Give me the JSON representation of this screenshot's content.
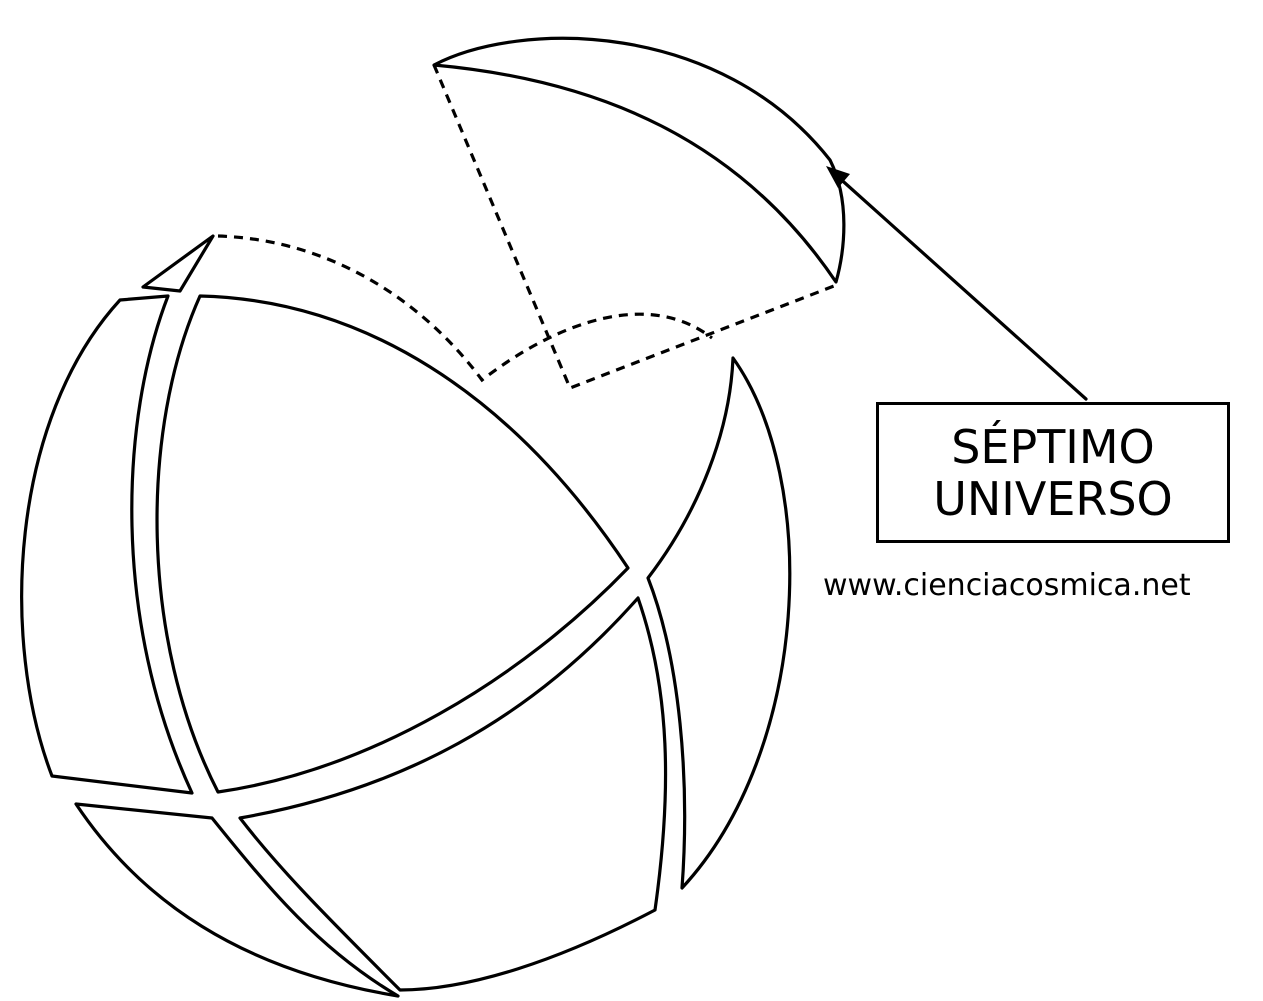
{
  "label": {
    "line1": "SÉPTIMO",
    "line2": "UNIVERSO"
  },
  "website": "www.cienciacosmica.net",
  "colors": {
    "stroke": "#000000",
    "background": "#ffffff"
  }
}
